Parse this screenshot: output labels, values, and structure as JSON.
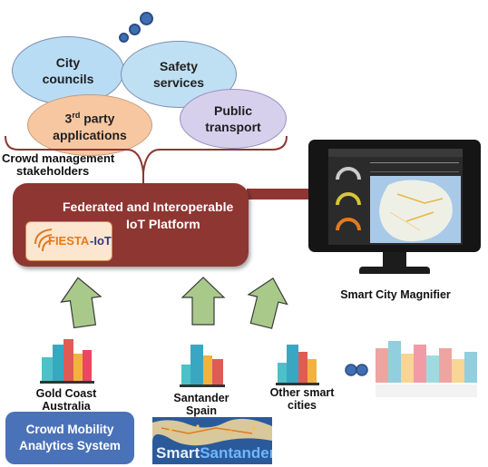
{
  "stakeholders": {
    "city_councils": [
      "City",
      "councils"
    ],
    "safety_services": [
      "Safety",
      "services"
    ],
    "third_party": {
      "num": "3",
      "sup": "rd",
      "rest": " party",
      "line2": "applications"
    },
    "public_transport": [
      "Public",
      "transport"
    ],
    "group_label": [
      "Crowd management",
      "stakeholders"
    ]
  },
  "platform": {
    "title_line1": "Federated and Interoperable",
    "title_line2": "IoT Platform",
    "logo_fiesta": "FIESTA",
    "logo_iot": "-IoT"
  },
  "magnifier": {
    "label": "Smart City Magnifier"
  },
  "cities": {
    "gold_coast": [
      "Gold Coast",
      "Australia"
    ],
    "santander": [
      "Santander",
      "Spain"
    ],
    "other": [
      "Other smart",
      "cities"
    ]
  },
  "analytics": [
    "Crowd Mobility",
    "Analytics System"
  ],
  "smart_santander": {
    "smart": "Smart",
    "santander": "Santander"
  },
  "colors": {
    "platform": "#8e3632",
    "arrow_fill": "#a9c98a",
    "analytics": "#4a72b8"
  }
}
